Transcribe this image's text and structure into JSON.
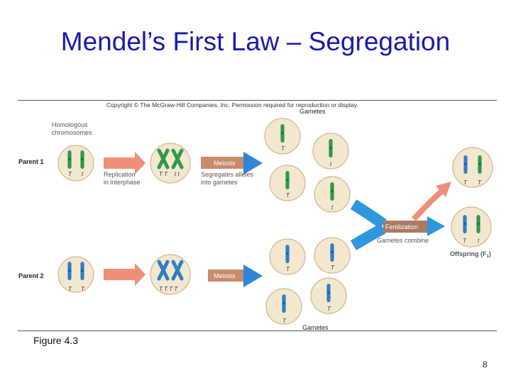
{
  "slide": {
    "title": "Mendel’s First Law – Segregation",
    "copyright": "Copyright © The McGraw-Hill Companies, Inc. Permission required for reproduction or display.",
    "figure_label": "Figure 4.3",
    "page_number": "8"
  },
  "figure": {
    "gametes_top": "Gametes",
    "gametes_bottom": "Gametes",
    "homologous_line1": "Homologous",
    "homologous_line2": "chromosomes",
    "parent1": "Parent 1",
    "parent2": "Parent 2",
    "replication_line1": "Replication",
    "replication_line2": "in interphase",
    "meiosis_1": "Meiosis",
    "meiosis_2": "Meiosis",
    "segregates_line1": "Segregates alleles",
    "segregates_line2": "into gametes",
    "fertilization": "Fertilization",
    "gametes_combine": "Gametes combine",
    "offspring": "Offspring (F",
    "offspring_sub": "1",
    "offspring_close": ")",
    "colors": {
      "green": "#2e9a4a",
      "blue": "#2f7fc6",
      "pink_arrow": "#ef8f7a",
      "meiosis_box": "#c98a6e",
      "fert_box": "#a97a66",
      "circle_fill": "#f3e7d0",
      "circle_stroke": "#d3c2a0"
    }
  }
}
